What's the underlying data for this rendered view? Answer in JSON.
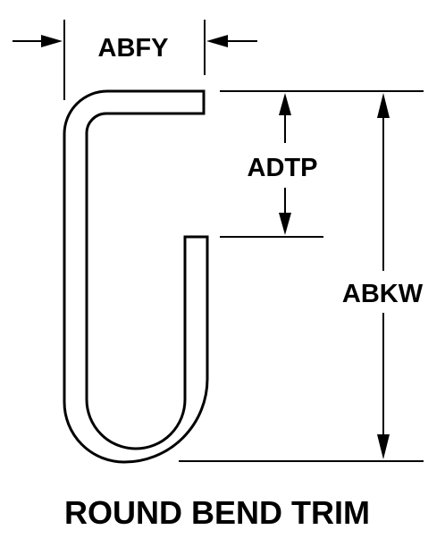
{
  "dimensions": {
    "width_label": "ABFY",
    "gap_label": "ADTP",
    "height_label": "ABKW"
  },
  "caption": "ROUND BEND TRIM"
}
